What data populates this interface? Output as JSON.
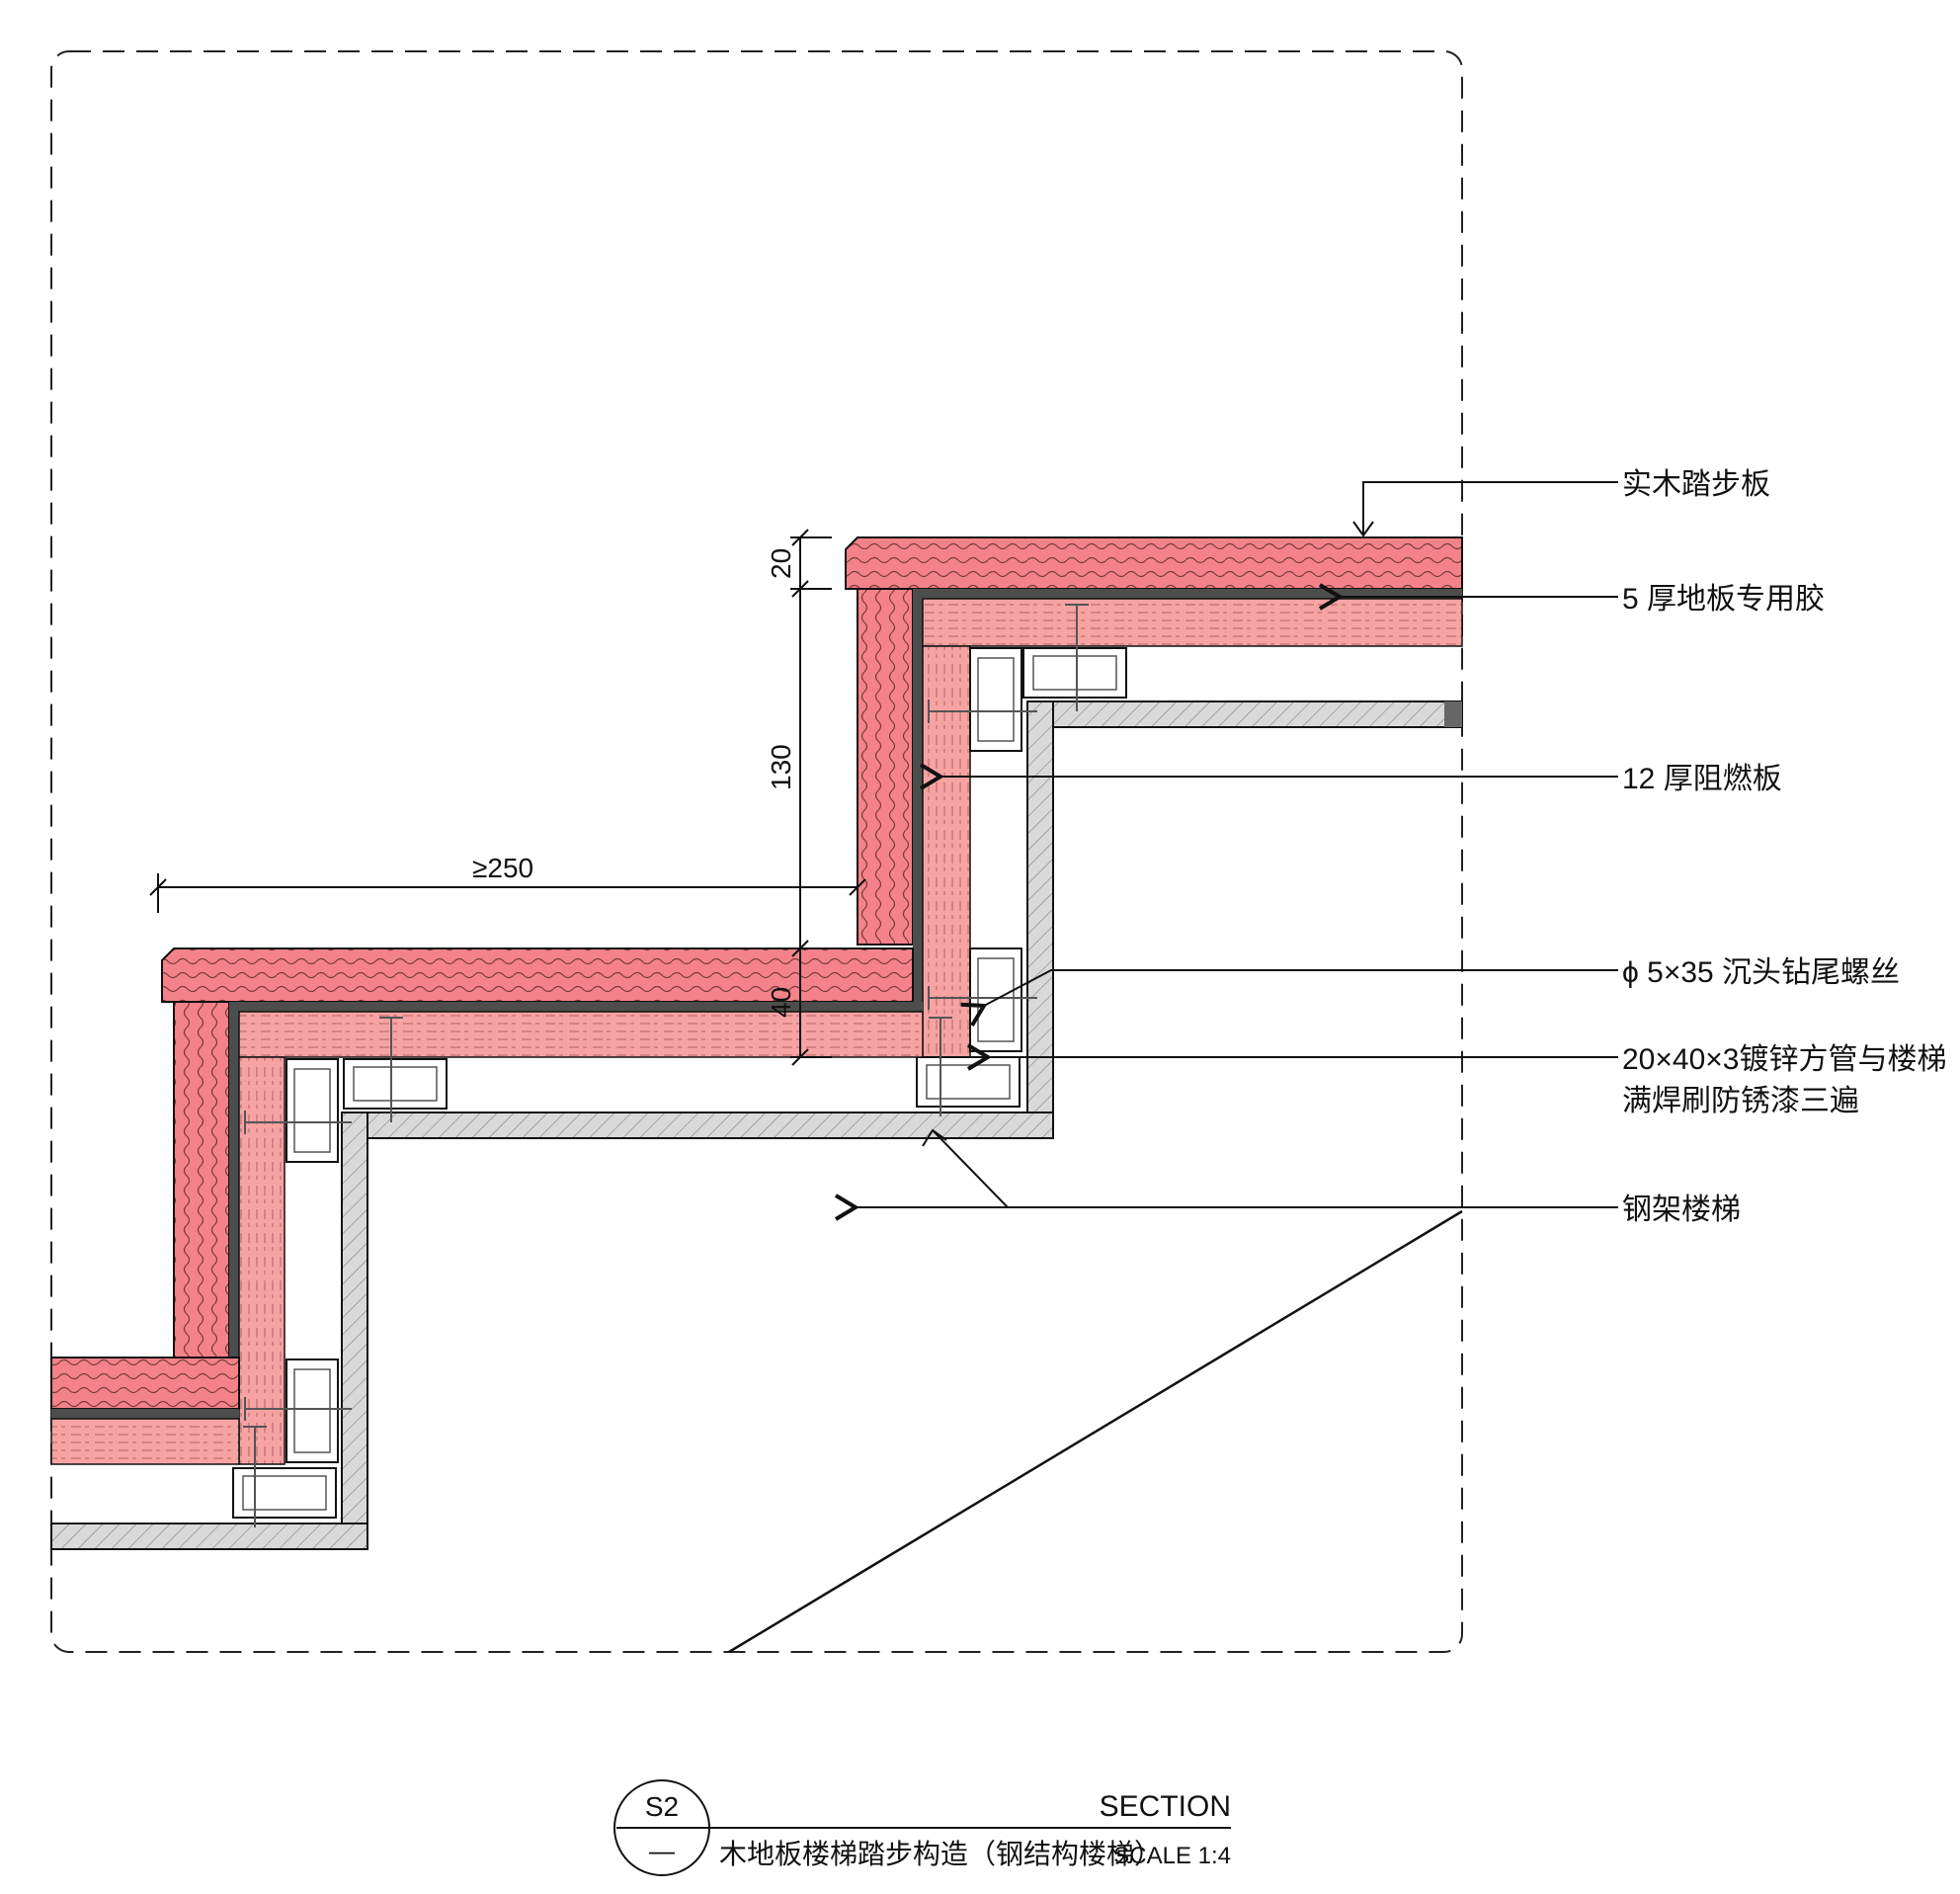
{
  "drawing": {
    "callouts": [
      {
        "id": "tread",
        "text": "实木踏步板"
      },
      {
        "id": "glue",
        "text": "5 厚地板专用胶"
      },
      {
        "id": "board",
        "text": "12 厚阻燃板"
      },
      {
        "id": "screw",
        "text": "ϕ 5×35 沉头钻尾螺丝"
      },
      {
        "id": "tube",
        "text": "20×40×3镀锌方管与楼梯",
        "text2": "满焊刷防锈漆三遍"
      },
      {
        "id": "stair",
        "text": "钢架楼梯"
      }
    ],
    "dimensions": {
      "tread_depth": "≥250",
      "tread_thickness": "20",
      "riser_height": "130",
      "lower_thickness": "40"
    }
  },
  "title_block": {
    "ref": "S2",
    "sheet": "—",
    "kind": "SECTION",
    "title": "木地板楼梯踏步构造（钢结构楼梯）",
    "scale": "SCALE 1:4"
  },
  "colors": {
    "wood": "#f4828a",
    "wood_line": "#7a3a3a",
    "board": "#f7a3a3",
    "glue": "#4d4d4d",
    "steel": "#d9d9d9",
    "line": "#111111"
  }
}
